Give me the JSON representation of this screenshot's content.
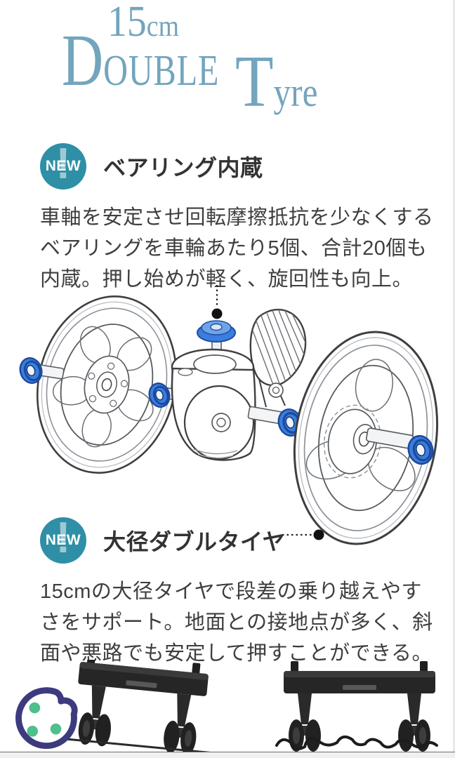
{
  "header": {
    "size_number": "15",
    "size_unit": "cm",
    "word1_initial": "D",
    "word1_rest": "OUBLE",
    "word2_initial": "T",
    "word2_rest": "yre"
  },
  "sections": [
    {
      "badge": "NEW",
      "badge_mark": "!",
      "title": "ベアリング内蔵",
      "body": "車軸を安定させ回転摩擦抵抗を少なくする\nベアリングを車輪あたり5個、合計20個も\n内蔵。押し始めが軽く、旋回性も向上。"
    },
    {
      "badge": "NEW",
      "badge_mark": "!",
      "title": "大径ダブルタイヤ",
      "body": "15cmの大径タイヤで段差の乗り越えやす\nさをサポート。地面との接地点が多く、斜\n面や悪路でも安定して押すことができる。"
    }
  ],
  "colors": {
    "header_text": "#73a5bd",
    "badge_bg": "#2e8fa6",
    "badge_text": "#ffffff",
    "heading_text": "#333333",
    "body_text": "#3e3e3e",
    "bearing_blue": "#3c7edd",
    "bearing_blue_dark": "#1b4a9e",
    "line_art": "#3f3f3f",
    "cookie_outline": "#3d3a7e",
    "cookie_dots": "#4fbf8b"
  }
}
